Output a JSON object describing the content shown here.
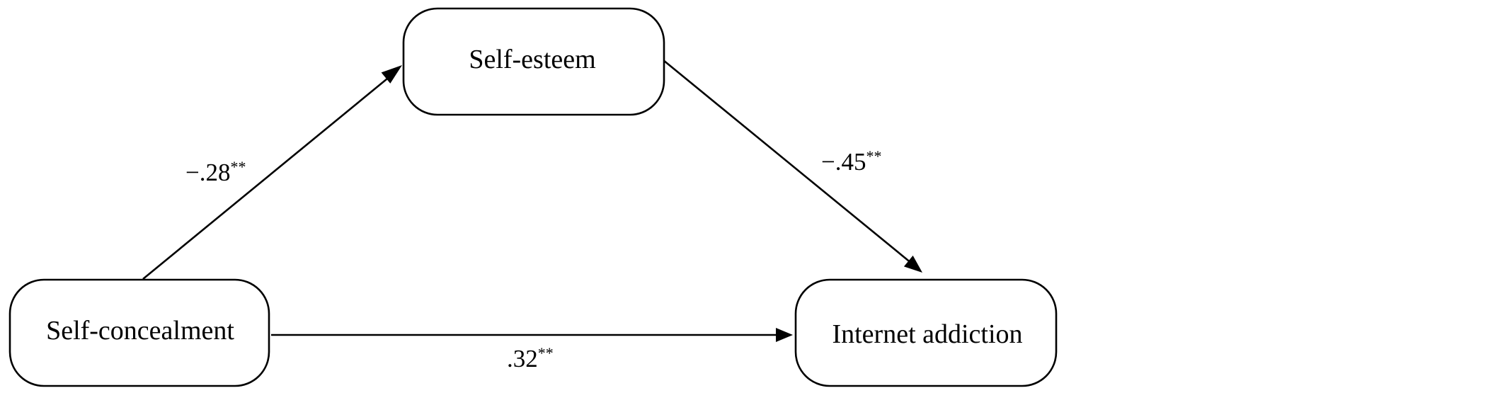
{
  "diagram": {
    "nodes": {
      "mediator": {
        "label": "Self-esteem"
      },
      "predictor": {
        "label": "Self-concealment"
      },
      "outcome": {
        "label": "Internet addiction"
      }
    },
    "paths": {
      "a": {
        "coefficient": "−.28",
        "significance": "**"
      },
      "b": {
        "coefficient": "−.45",
        "significance": "**"
      },
      "c": {
        "coefficient": ".32",
        "significance": "**"
      }
    }
  }
}
